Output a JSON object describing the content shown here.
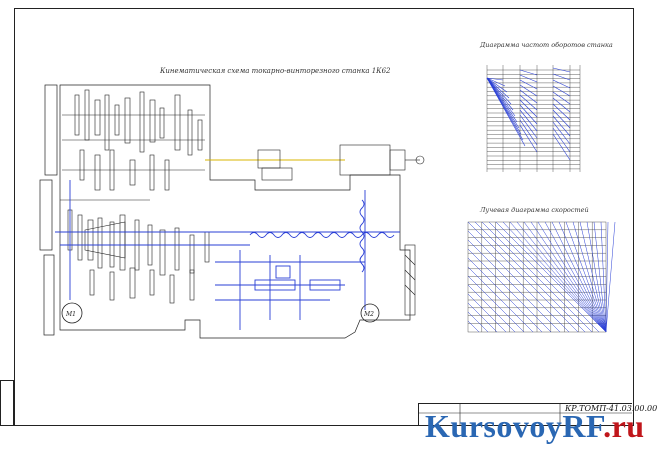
{
  "drawing": {
    "kinematic_title": "Кинематическая схема токарно-винторезного станка 1К62",
    "frequency_title": "Диаграмма частот оборотов станка",
    "ray_title": "Лучевая диаграмма скоростей",
    "motor_1": "М1",
    "motor_2": "М2",
    "doc_code": "КР.ТОМП-41.03.00.00"
  },
  "watermark": {
    "text_main": "KursovoyRF",
    "text_suffix": ".ru"
  },
  "colors": {
    "line": "#1f1f1f",
    "blue_line": "#2a3fd6",
    "yellow_line": "#d8b400",
    "watermark_blue": "#2a67b3",
    "watermark_red": "#c0161b"
  }
}
